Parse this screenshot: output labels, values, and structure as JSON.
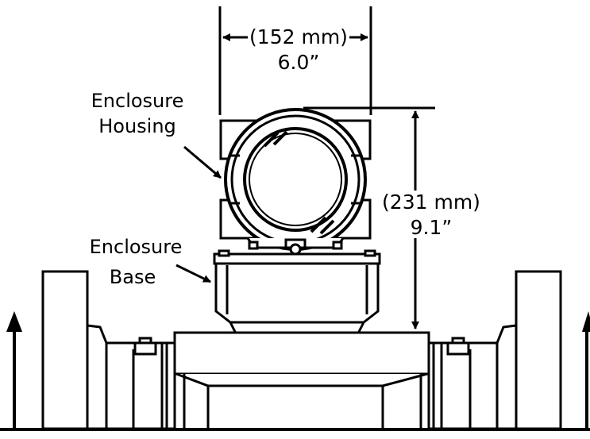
{
  "labels": {
    "housing_line1": "Enclosure",
    "housing_line2": "Housing",
    "base_line1": "Enclosure",
    "base_line2": "Base",
    "width_metric": "(152 mm)",
    "width_imperial": "6.0”",
    "height_metric": "(231 mm)",
    "height_imperial": "9.1”"
  }
}
